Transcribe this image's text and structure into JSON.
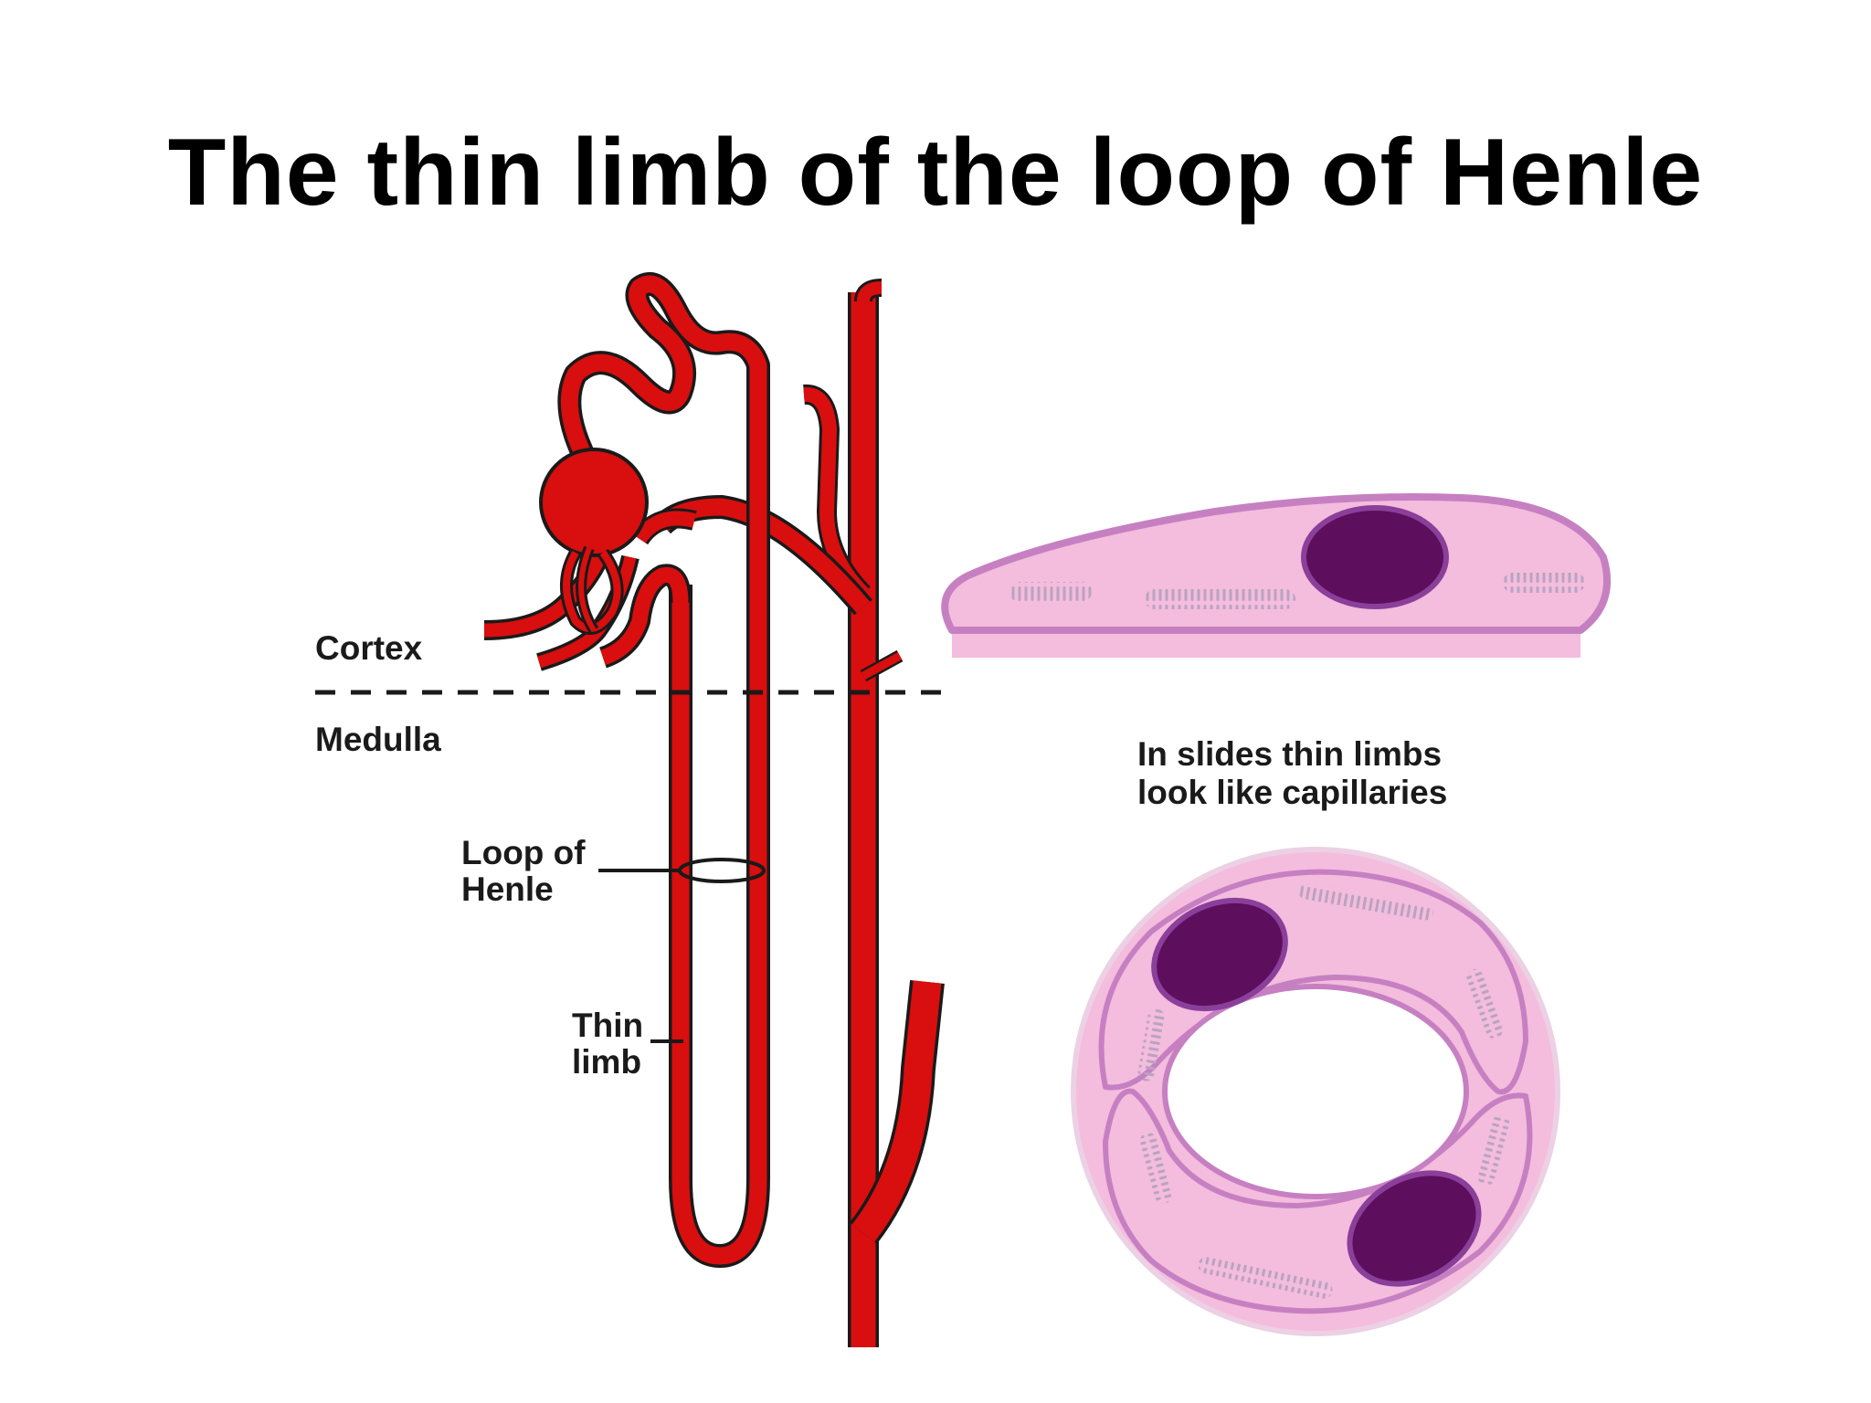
{
  "title": "The thin limb of the loop of Henle",
  "labels": {
    "cortex": "Cortex",
    "medulla": "Medulla",
    "loop_of_henle_line1": "Loop of",
    "loop_of_henle_line2": "Henle",
    "thin_limb_line1": "Thin",
    "thin_limb_line2": "limb",
    "caption_line1": "In slides thin limbs",
    "caption_line2": "look like capillaries"
  },
  "colors": {
    "tubule_red": "#d90e0e",
    "outline": "#1a1a1a",
    "cell_pink": "#f4bcdd",
    "cell_border": "#c680c2",
    "nucleus": "#5d0f5e",
    "nucleus_border": "#8a3f9a",
    "mito": "#b8a4c0"
  }
}
